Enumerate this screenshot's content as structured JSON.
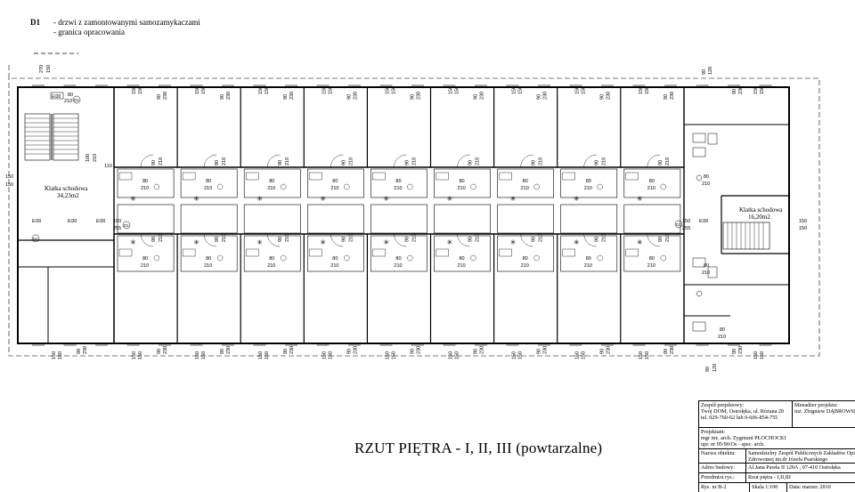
{
  "legend": [
    {
      "code": "D1",
      "text": "- drzwi z zamontowanymi samozamykaczami"
    },
    {
      "code": "",
      "text": "- granica opracowania"
    }
  ],
  "stair_left": {
    "name": "Klatka schodowa",
    "area": "34,23m2"
  },
  "stair_right": {
    "name": "Klatka schodowa",
    "area": "16,20m2"
  },
  "dims": {
    "d270": "270",
    "d150": "150",
    "d210": "210",
    "d80": "80",
    "d90": "90",
    "d230": "230",
    "d120": "120",
    "d255": "255",
    "d110": "110",
    "d100": "100"
  },
  "marks": {
    "ei30": "EI30",
    "d1": "D1",
    "star": "✳"
  },
  "drawing_title": "RZUT PIĘTRA - I, II, III (powtarzalne)",
  "title_block": {
    "team_label": "Zespół projektowy:",
    "team_1": "Twój DOM, Ostrołęka, ul. Różana 20",
    "team_2": "tel. 029-760-62 lub 0-606-854-755",
    "manager_label": "Menadżer projektu:",
    "manager_name": "inż. Zbigniew DĄBROWSKI",
    "designer_label": "Projektant:",
    "designer_name": "mgr inż. arch. Zygmunt PŁOCHOCKI",
    "designer_perm": "upr. nr 95/90/Os - spec. arch.",
    "object_label": "Nazwa obiektu:",
    "object_1": "Samodzielny Zespół Publicznych Zakładów Opieki",
    "object_2": "Zdrowotnej im.dr Józefa Psarskiego",
    "address_label": "Adres budowy:",
    "address": "Al.Jana Pawła II 120A , 07-410 Ostrołęka",
    "subject_label": "Przedmiot rys.:",
    "subject": "Rzut piętra - I,II,III",
    "sheet_label": "Rys. nr B-2",
    "scale": "Skala 1:100",
    "date": "Data: marzec 2010"
  }
}
